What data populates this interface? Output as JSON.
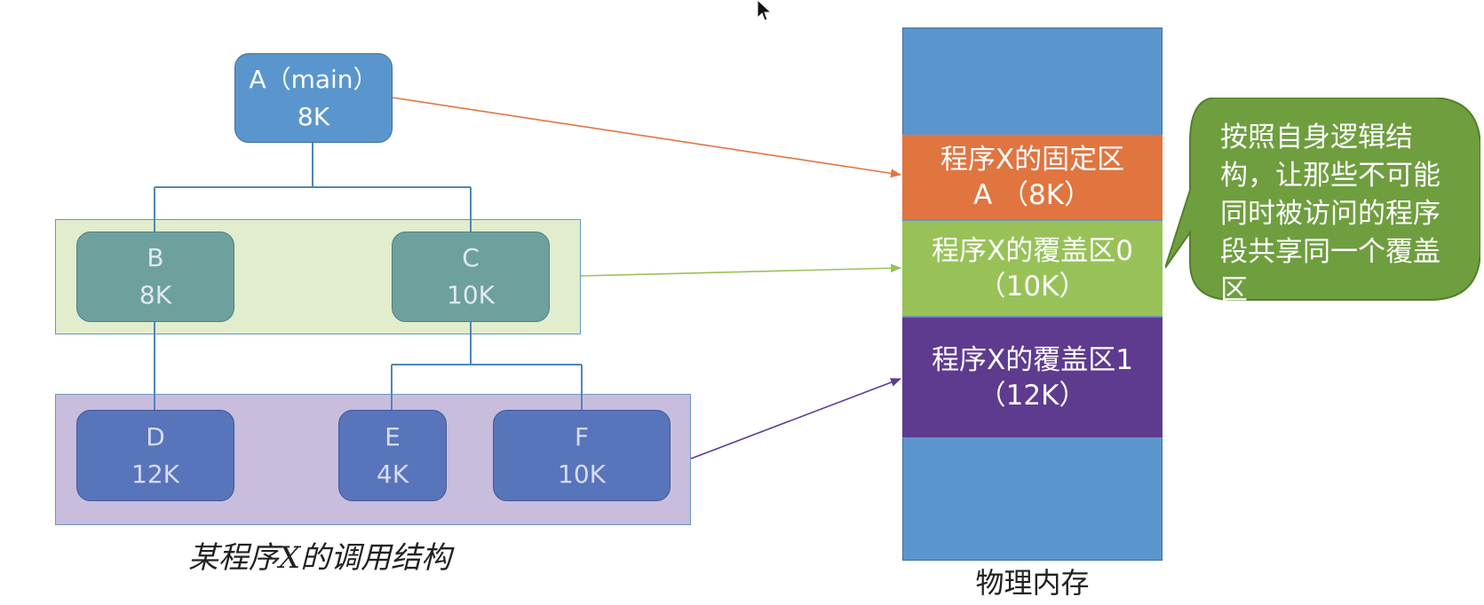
{
  "tree": {
    "caption": "某程序X的调用结构",
    "nodes": {
      "a": {
        "name": "A（main）",
        "size": "8K"
      },
      "b": {
        "name": "B",
        "size": "8K"
      },
      "c": {
        "name": "C",
        "size": "10K"
      },
      "d": {
        "name": "D",
        "size": "12K"
      },
      "e": {
        "name": "E",
        "size": "4K"
      },
      "f": {
        "name": "F",
        "size": "10K"
      }
    }
  },
  "memory": {
    "caption": "物理内存",
    "segments": {
      "fixed": {
        "title": "程序X的固定区",
        "detail": "A （8K）"
      },
      "overlay0": {
        "title": "程序X的覆盖区0",
        "detail": "（10K）"
      },
      "overlay1": {
        "title": "程序X的覆盖区1",
        "detail": "（12K）"
      }
    }
  },
  "callout": {
    "text": "按照自身逻辑结构，让那些不可能同时被访问的程序段共享同一个覆盖区"
  },
  "colors": {
    "node_blue": "#5a96cd",
    "node_teal": "#6ea09e",
    "node_indigo": "#5874bb",
    "group_green": "#e1edcc",
    "group_purple": "#c9bddd",
    "fixed_orange": "#e07540",
    "overlay_green": "#98c258",
    "overlay_purple": "#5e3b8f",
    "callout_green": "#6f9e3f"
  }
}
